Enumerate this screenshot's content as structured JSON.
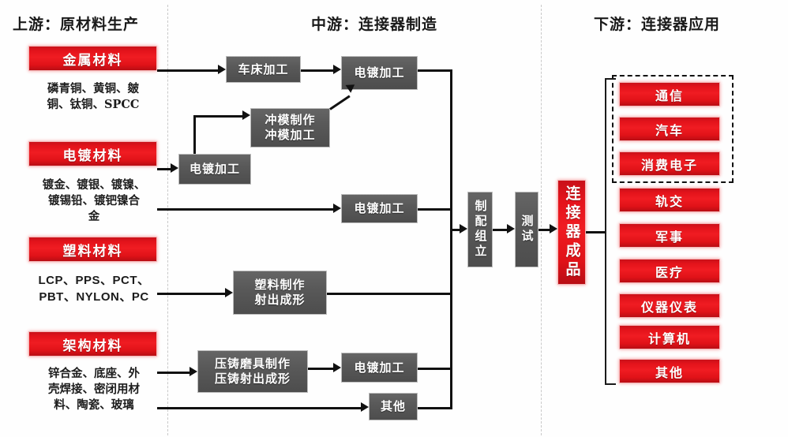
{
  "sections": [
    {
      "id": "upstream",
      "title": "上游：原材料生产"
    },
    {
      "id": "midstream",
      "title": "中游：连接器制造"
    },
    {
      "id": "downstream",
      "title": "下游：连接器应用"
    }
  ],
  "colors": {
    "red_box": "#e8151c",
    "grey_box": "#565656",
    "line": "#111111",
    "divider": "#c9c9c9",
    "text_dark": "#1c1c1c",
    "text_light": "#ffffff"
  },
  "upstream": {
    "groups": [
      {
        "id": "metal",
        "header": "金属材料",
        "detail": "磷青铜、黄铜、皴铜、钛铜、SPCC",
        "detail_lines": [
          "磷青铜、黄铜、皴",
          "铜、钛铜、SPCC"
        ]
      },
      {
        "id": "plating",
        "header": "电镀材料",
        "detail": "镀金、镀银、镀镍、镀锡铅、镀钯镍合金",
        "detail_lines": [
          "镀金、镀银、镀镍、",
          "镀锡铅、镀钯镍合",
          "金"
        ]
      },
      {
        "id": "plastic",
        "header": "塑料材料",
        "detail": "LCP、PPS、PCT、PBT、NYLON、PC",
        "detail_lines": [
          "LCP、PPS、PCT、",
          "PBT、NYLON、PC"
        ]
      },
      {
        "id": "structure",
        "header": "架构材料",
        "detail": "锌合金、底座、外壳焊接、密闭用材料、陶瓷、玻璃",
        "detail_lines": [
          "锌合金、底座、外",
          "壳焊接、密闭用材",
          "料、陶瓷、玻璃"
        ]
      }
    ]
  },
  "midstream": {
    "processes": [
      {
        "id": "lathe",
        "label": "车床加工",
        "lines": [
          "车床加工"
        ]
      },
      {
        "id": "plate-1",
        "label": "电镀加工",
        "lines": [
          "电镀加工"
        ]
      },
      {
        "id": "plate-left",
        "label": "电镀加工",
        "lines": [
          "电镀加工"
        ]
      },
      {
        "id": "stamping",
        "label": "冲模制作 冲模加工",
        "lines": [
          "冲模制作",
          "冲模加工"
        ]
      },
      {
        "id": "plate-2",
        "label": "电镀加工",
        "lines": [
          "电镀加工"
        ]
      },
      {
        "id": "plastic-mold",
        "label": "塑料制作 射出成形",
        "lines": [
          "塑料制作",
          "射出成形"
        ]
      },
      {
        "id": "diecast",
        "label": "压铸磨具制作 压铸射出成形",
        "lines": [
          "压铸磨具制作",
          "压铸射出成形"
        ]
      },
      {
        "id": "plate-3",
        "label": "电镀加工",
        "lines": [
          "电镀加工"
        ]
      },
      {
        "id": "other-proc",
        "label": "其他",
        "lines": [
          "其他"
        ]
      }
    ],
    "assembly": {
      "id": "assembly",
      "label": "制配组立"
    },
    "test": {
      "id": "test",
      "label": "测试"
    }
  },
  "downstream": {
    "product": {
      "id": "finished-product",
      "label": "连接器成品"
    },
    "applications": [
      {
        "id": "communication",
        "label": "通信",
        "highlighted": true
      },
      {
        "id": "automotive",
        "label": "汽车",
        "highlighted": true
      },
      {
        "id": "consumer",
        "label": "消费电子",
        "highlighted": true
      },
      {
        "id": "rail-transit",
        "label": "轨交",
        "highlighted": false
      },
      {
        "id": "military",
        "label": "军事",
        "highlighted": false
      },
      {
        "id": "medical",
        "label": "医疗",
        "highlighted": false
      },
      {
        "id": "instruments",
        "label": "仪器仪表",
        "highlighted": false
      },
      {
        "id": "computer",
        "label": "计算机",
        "highlighted": false
      },
      {
        "id": "other",
        "label": "其他",
        "highlighted": false
      }
    ]
  }
}
